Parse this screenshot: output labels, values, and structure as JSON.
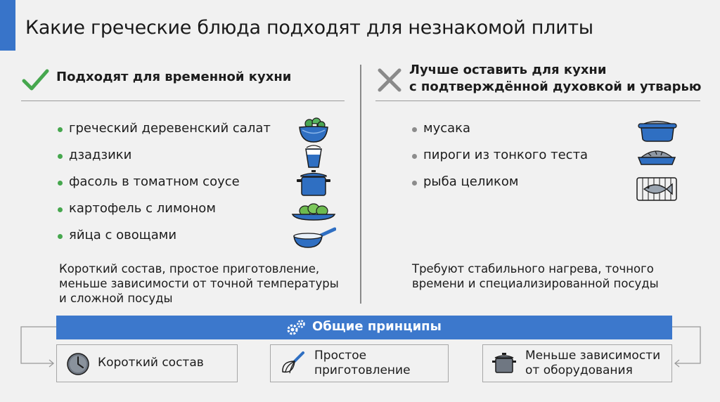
{
  "title": "Какие греческие блюда подходят для незнакомой плиты",
  "colors": {
    "accent": "#3874c9",
    "good": "#46a74e",
    "bad": "#8c8c8c",
    "pot_blue": "#2f6fc2"
  },
  "left": {
    "heading": "Подходят для временной кухни",
    "icon": "checkmark-icon",
    "items": [
      {
        "label": "греческий деревенский салат",
        "icon": "salad-bowl-icon"
      },
      {
        "label": "дзадзики",
        "icon": "yogurt-cup-icon"
      },
      {
        "label": "фасоль в томатном соусе",
        "icon": "cooking-pot-icon"
      },
      {
        "label": "картофель с лимоном",
        "icon": "potatoes-plate-icon"
      },
      {
        "label": "яйца с овощами",
        "icon": "frying-pan-icon"
      }
    ],
    "note_lines": [
      "Короткий состав, простое приготовление,",
      "меньше зависимости от точной температуры",
      "и сложной посуды"
    ]
  },
  "right": {
    "heading_lines": [
      "Лучше оставить для кухни",
      "с подтверждённой духовкой и утварью"
    ],
    "icon": "cross-icon",
    "items": [
      {
        "label": "мусака",
        "icon": "casserole-dish-icon"
      },
      {
        "label": "пироги из тонкого теста",
        "icon": "pie-icon"
      },
      {
        "label": "рыба целиком",
        "icon": "fish-grill-icon"
      }
    ],
    "note_lines": [
      "Требуют стабильного нагрева, точного",
      "времени и специализированной посуды"
    ]
  },
  "principles": {
    "title": "Общие принципы",
    "icon": "gears-icon",
    "boxes": [
      {
        "lines": [
          "Короткий состав"
        ],
        "icon": "clock-icon"
      },
      {
        "lines": [
          "Простое",
          "приготовление"
        ],
        "icon": "whisk-icon"
      },
      {
        "lines": [
          "Меньше зависимости",
          "от оборудования"
        ],
        "icon": "pot-icon"
      }
    ]
  }
}
